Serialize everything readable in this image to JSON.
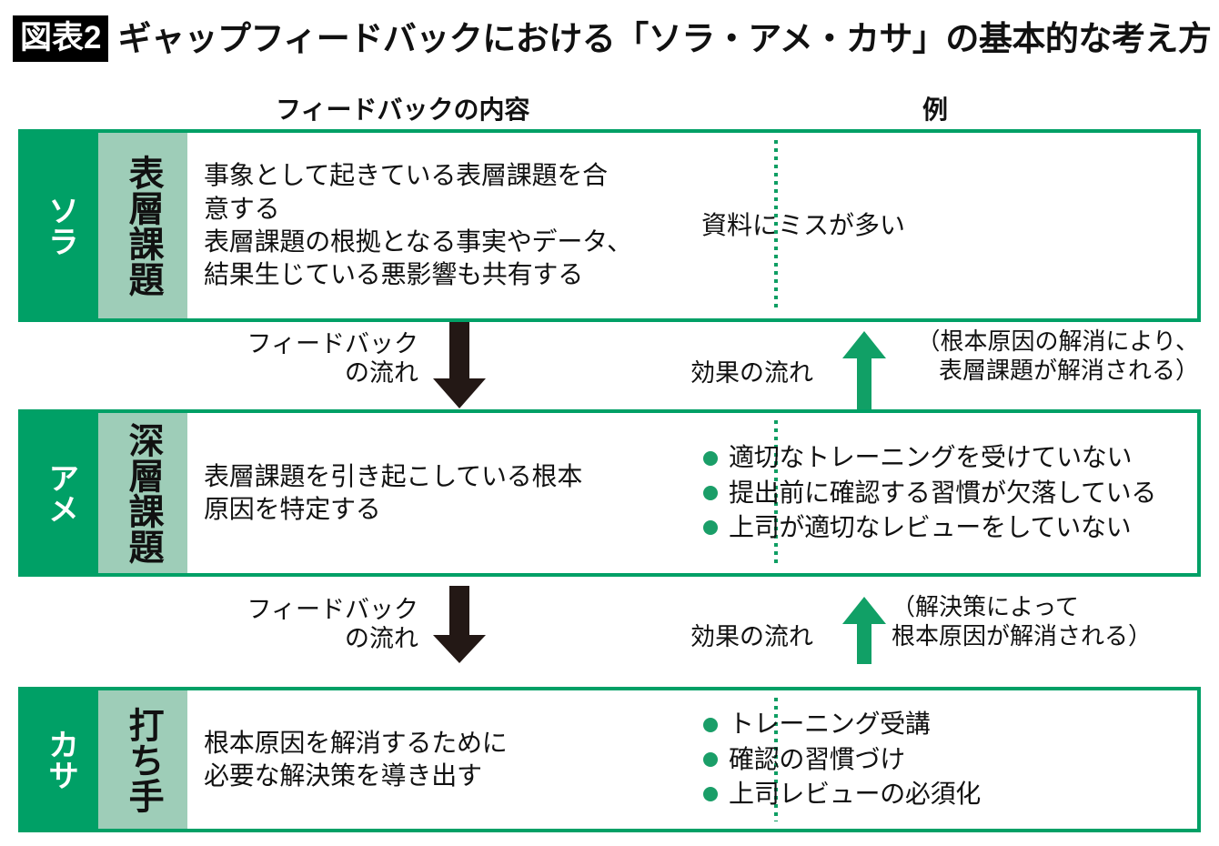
{
  "title": {
    "badge": "図表2",
    "text": "ギャップフィードバックにおける「ソラ・アメ・カサ」の基本的な考え方"
  },
  "headers": {
    "content": "フィードバックの内容",
    "example": "例"
  },
  "colors": {
    "dark_green": "#00a066",
    "light_green": "#9ecdb8",
    "bullet_green": "#1a9e68",
    "arrow_black": "#231815",
    "border_green": "#00a066"
  },
  "rows": [
    {
      "key": "ソラ",
      "theme": "表層課題",
      "content": "事象として起きている表層課題を合\n意する\n表層課題の根拠となる事実やデータ、\n結果生じている悪影響も共有する",
      "example_plain": "資料にミスが多い",
      "example_bullets": []
    },
    {
      "key": "アメ",
      "theme": "深層課題",
      "content": "表層課題を引き起こしている根本\n原因を特定する",
      "example_plain": "",
      "example_bullets": [
        "適切なトレーニングを受けていない",
        "提出前に確認する習慣が欠落している",
        "上司が適切なレビューをしていない"
      ]
    },
    {
      "key": "カサ",
      "theme": "打ち手",
      "content": "根本原因を解消するために\n必要な解決策を導き出す",
      "example_plain": "",
      "example_bullets": [
        "トレーニング受講",
        "確認の習慣づけ",
        "上司レビューの必須化"
      ]
    }
  ],
  "connectors": [
    {
      "feedback_label": "フィードバック\nの流れ",
      "effect_label": "効果の流れ",
      "note": "（根本原因の解消により、\n表層課題が解消される）"
    },
    {
      "feedback_label": "フィードバック\nの流れ",
      "effect_label": "効果の流れ",
      "note": "（解決策によって\n根本原因が解消される）"
    }
  ]
}
